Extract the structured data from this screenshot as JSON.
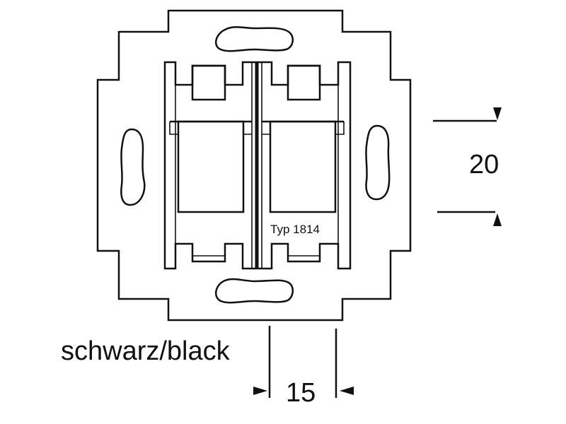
{
  "diagram": {
    "type_label": "Typ 1814",
    "color_label": "schwarz/black",
    "dim_vertical": "20",
    "dim_horizontal": "15",
    "colors": {
      "line": "#111111",
      "background": "#ffffff"
    }
  }
}
